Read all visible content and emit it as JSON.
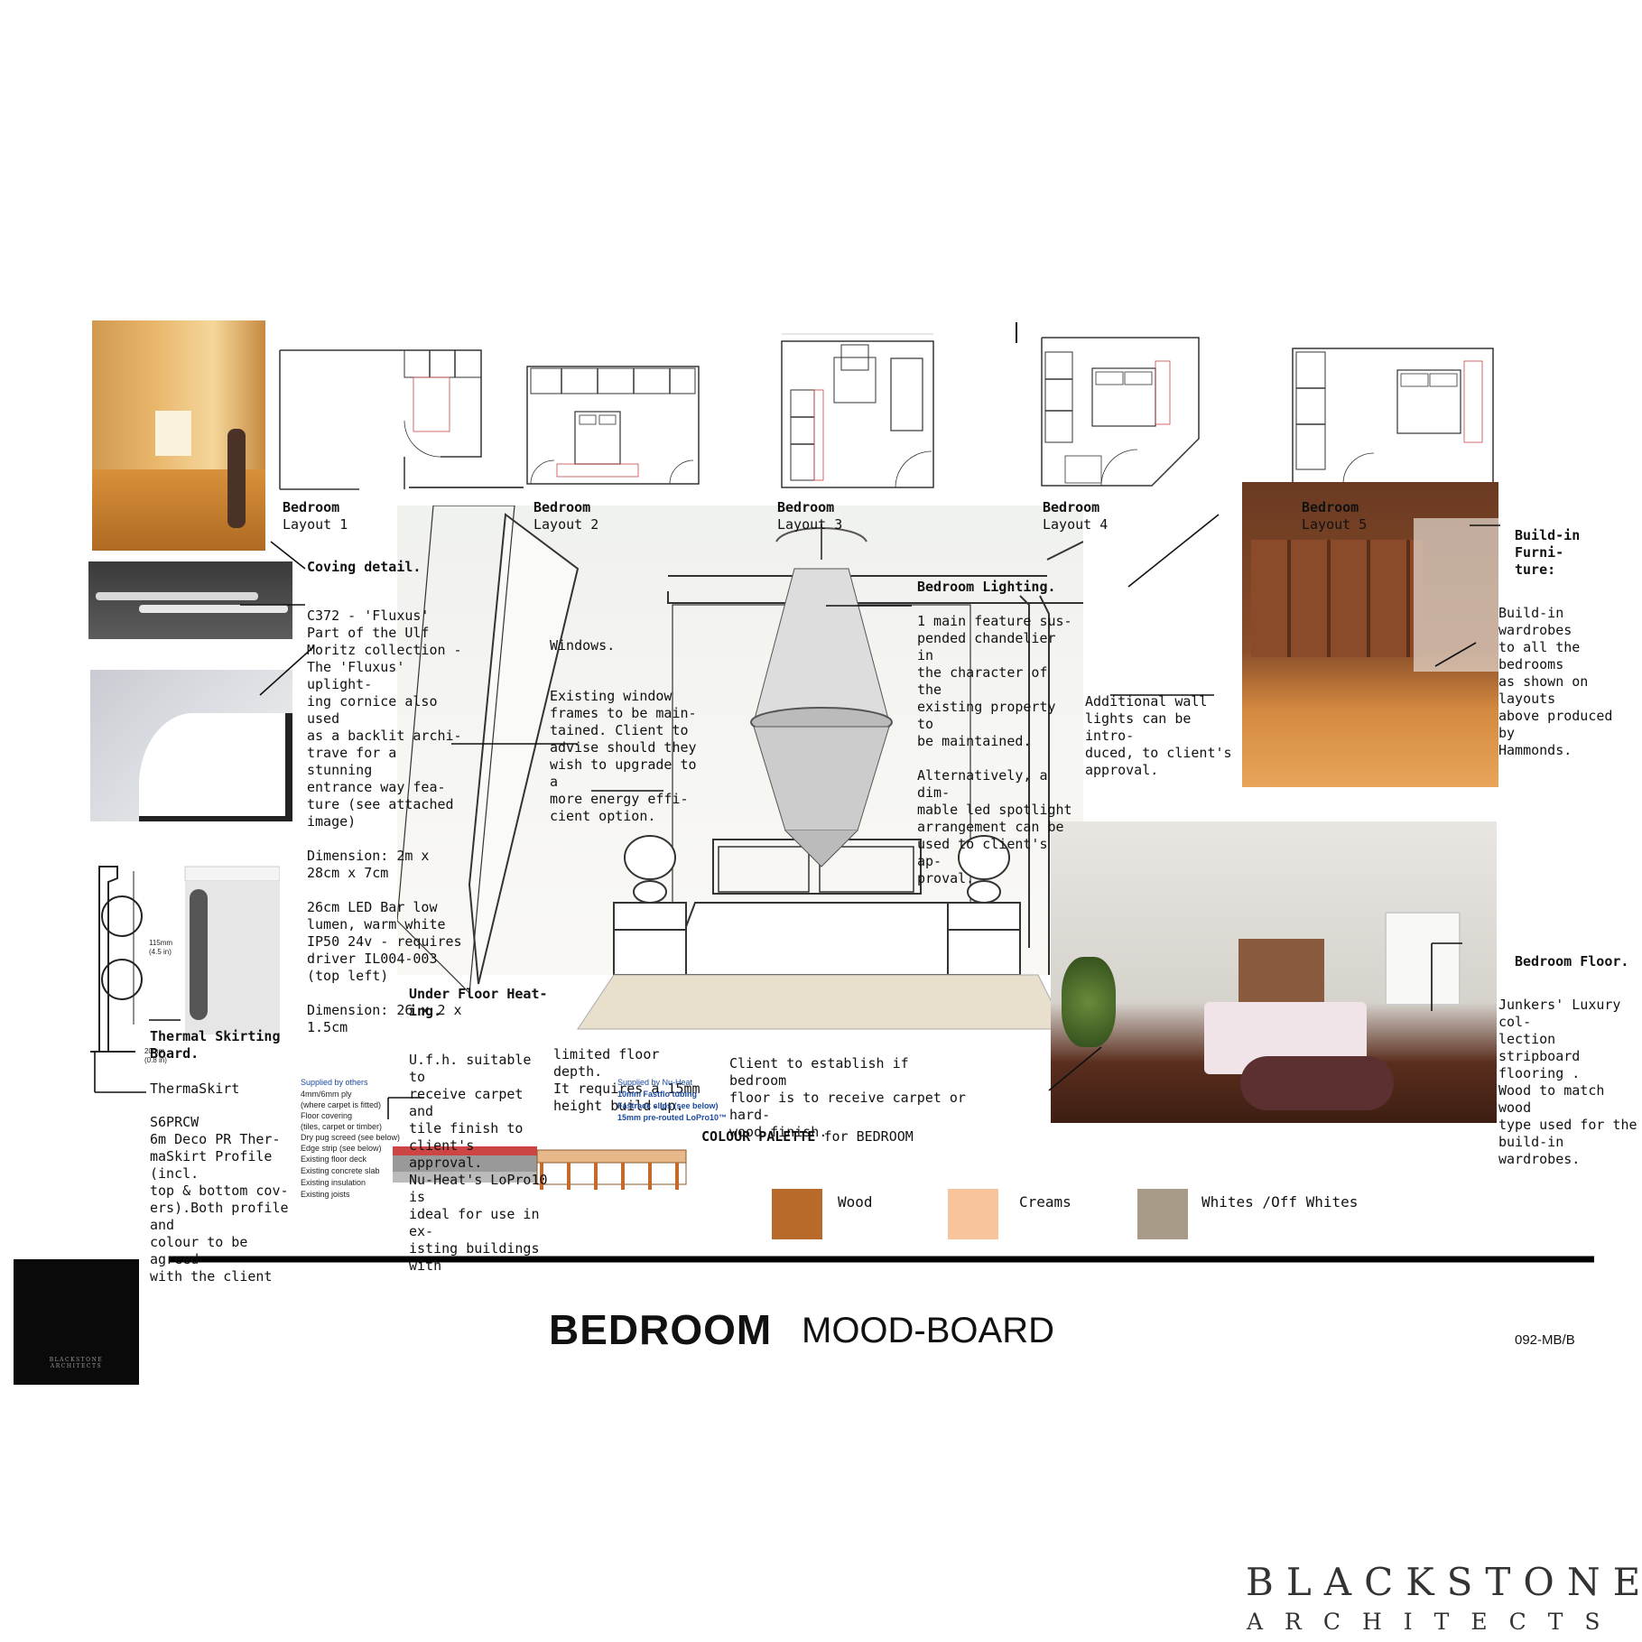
{
  "layouts": [
    {
      "title": "Bedroom",
      "sub": "Layout 1"
    },
    {
      "title": "Bedroom",
      "sub": "Layout 2"
    },
    {
      "title": "Bedroom",
      "sub": "Layout 3"
    },
    {
      "title": "Bedroom",
      "sub": "Layout 4"
    },
    {
      "title": "Bedroom",
      "sub": "Layout 5"
    }
  ],
  "coving": {
    "heading": "Coving detail.",
    "body": "C372 - 'Fluxus'\nPart of the Ulf\nMoritz collection -\nThe 'Fluxus' uplight-\ning cornice also used\nas a backlit archi-\ntrave for a stunning\nentrance way fea-\nture (see attached\nimage)\n\nDimension: 2m x\n28cm x 7cm\n\n26cm LED Bar low\nlumen, warm white\nIP50 24v - requires\ndriver IL004-003\n(top left)\n\nDimension: 26 x 2 x\n1.5cm"
  },
  "windows": {
    "heading": "Windows.",
    "body": "Existing window\nframes to be main-\ntained. Client to\nadvise should they\nwish  to upgrade to a\nmore energy effi-\ncient option."
  },
  "lighting": {
    "heading": "Bedroom Lighting.",
    "body": "1 main feature sus-\npended chandelier in\nthe character of the\nexisting property to\nbe maintained.\n\nAlternatively, a dim-\nmable led spotlight\narrangement can be\nused to client's ap-\nproval."
  },
  "wall_lights": {
    "body": "Additional wall\nlights can be intro-\nduced, to client's\napproval."
  },
  "furniture": {
    "heading": "Build-in Furni-\nture:",
    "body": "Build-in wardrobes\nto all the bedrooms\nas shown on layouts\nabove produced by\nHammonds."
  },
  "floor": {
    "heading": "Bedroom Floor.",
    "body": "Junkers' Luxury col-\nlection stripboard\nflooring .\nWood to match wood\ntype used for the\nbuild-in wardrobes."
  },
  "skirting": {
    "heading": "Thermal Skirting\nBoard.",
    "brand": "ThermaSkirt",
    "body": "S6PRCW\n6m Deco PR Ther-\nmaSkirt Profile (incl.\ntop & bottom cov-\ners).Both profile and\ncolour to be agreed\nwith the client",
    "dim1": "115mm\n(4.5 in)",
    "dim2": "20mm\n(0.8 in)"
  },
  "ufh": {
    "heading": "Under Floor Heat-\ning.",
    "body": "U.f.h. suitable to\nreceive carpet and\ntile finish to client's\napproval.\nNu-Heat's LoPro10 is\nideal for use in ex-\nisting buildings with",
    "cont": "limited floor depth.\nIt requires a 15mm\nheight build-up.",
    "supplied_others": "Supplied by others",
    "left_labels": "4mm/6mm ply\n(where carpet is fitted)\nFloor covering\n(tiles, carpet or timber)\nDry pug screed (see below)\nEdge strip (see below)",
    "bottom_labels": "Existing floor deck\nExisting concrete slab\nExisting insulation\nExisting joists",
    "supplied_nuheat": "Supplied by Nu-Heat",
    "right_labels": "10mm Fastflo tubing\nFastrack clips (see below)\n15mm pre-routed LoPro10™"
  },
  "carpet_note": "Client to establish if bedroom\nfloor is to receive carpet or hard-\nwood finish.",
  "palette": {
    "heading_bold": "COLOUR PALETTE",
    "heading_rest": "for BEDROOM",
    "swatches": [
      {
        "label": "Wood",
        "color": "#b86a2a"
      },
      {
        "label": "Creams",
        "color": "#f7c49c"
      },
      {
        "label": "Whites /Off Whites",
        "color": "#a89c88"
      }
    ]
  },
  "title": {
    "main": "BEDROOM",
    "sub": "MOOD-BOARD"
  },
  "drawing_ref": "092-MB/B",
  "brand": {
    "line1": "BLACKSTONE",
    "line2": "ARCHITECTS"
  },
  "logo_text": "BLACKSTONE\nARCHITECTS"
}
